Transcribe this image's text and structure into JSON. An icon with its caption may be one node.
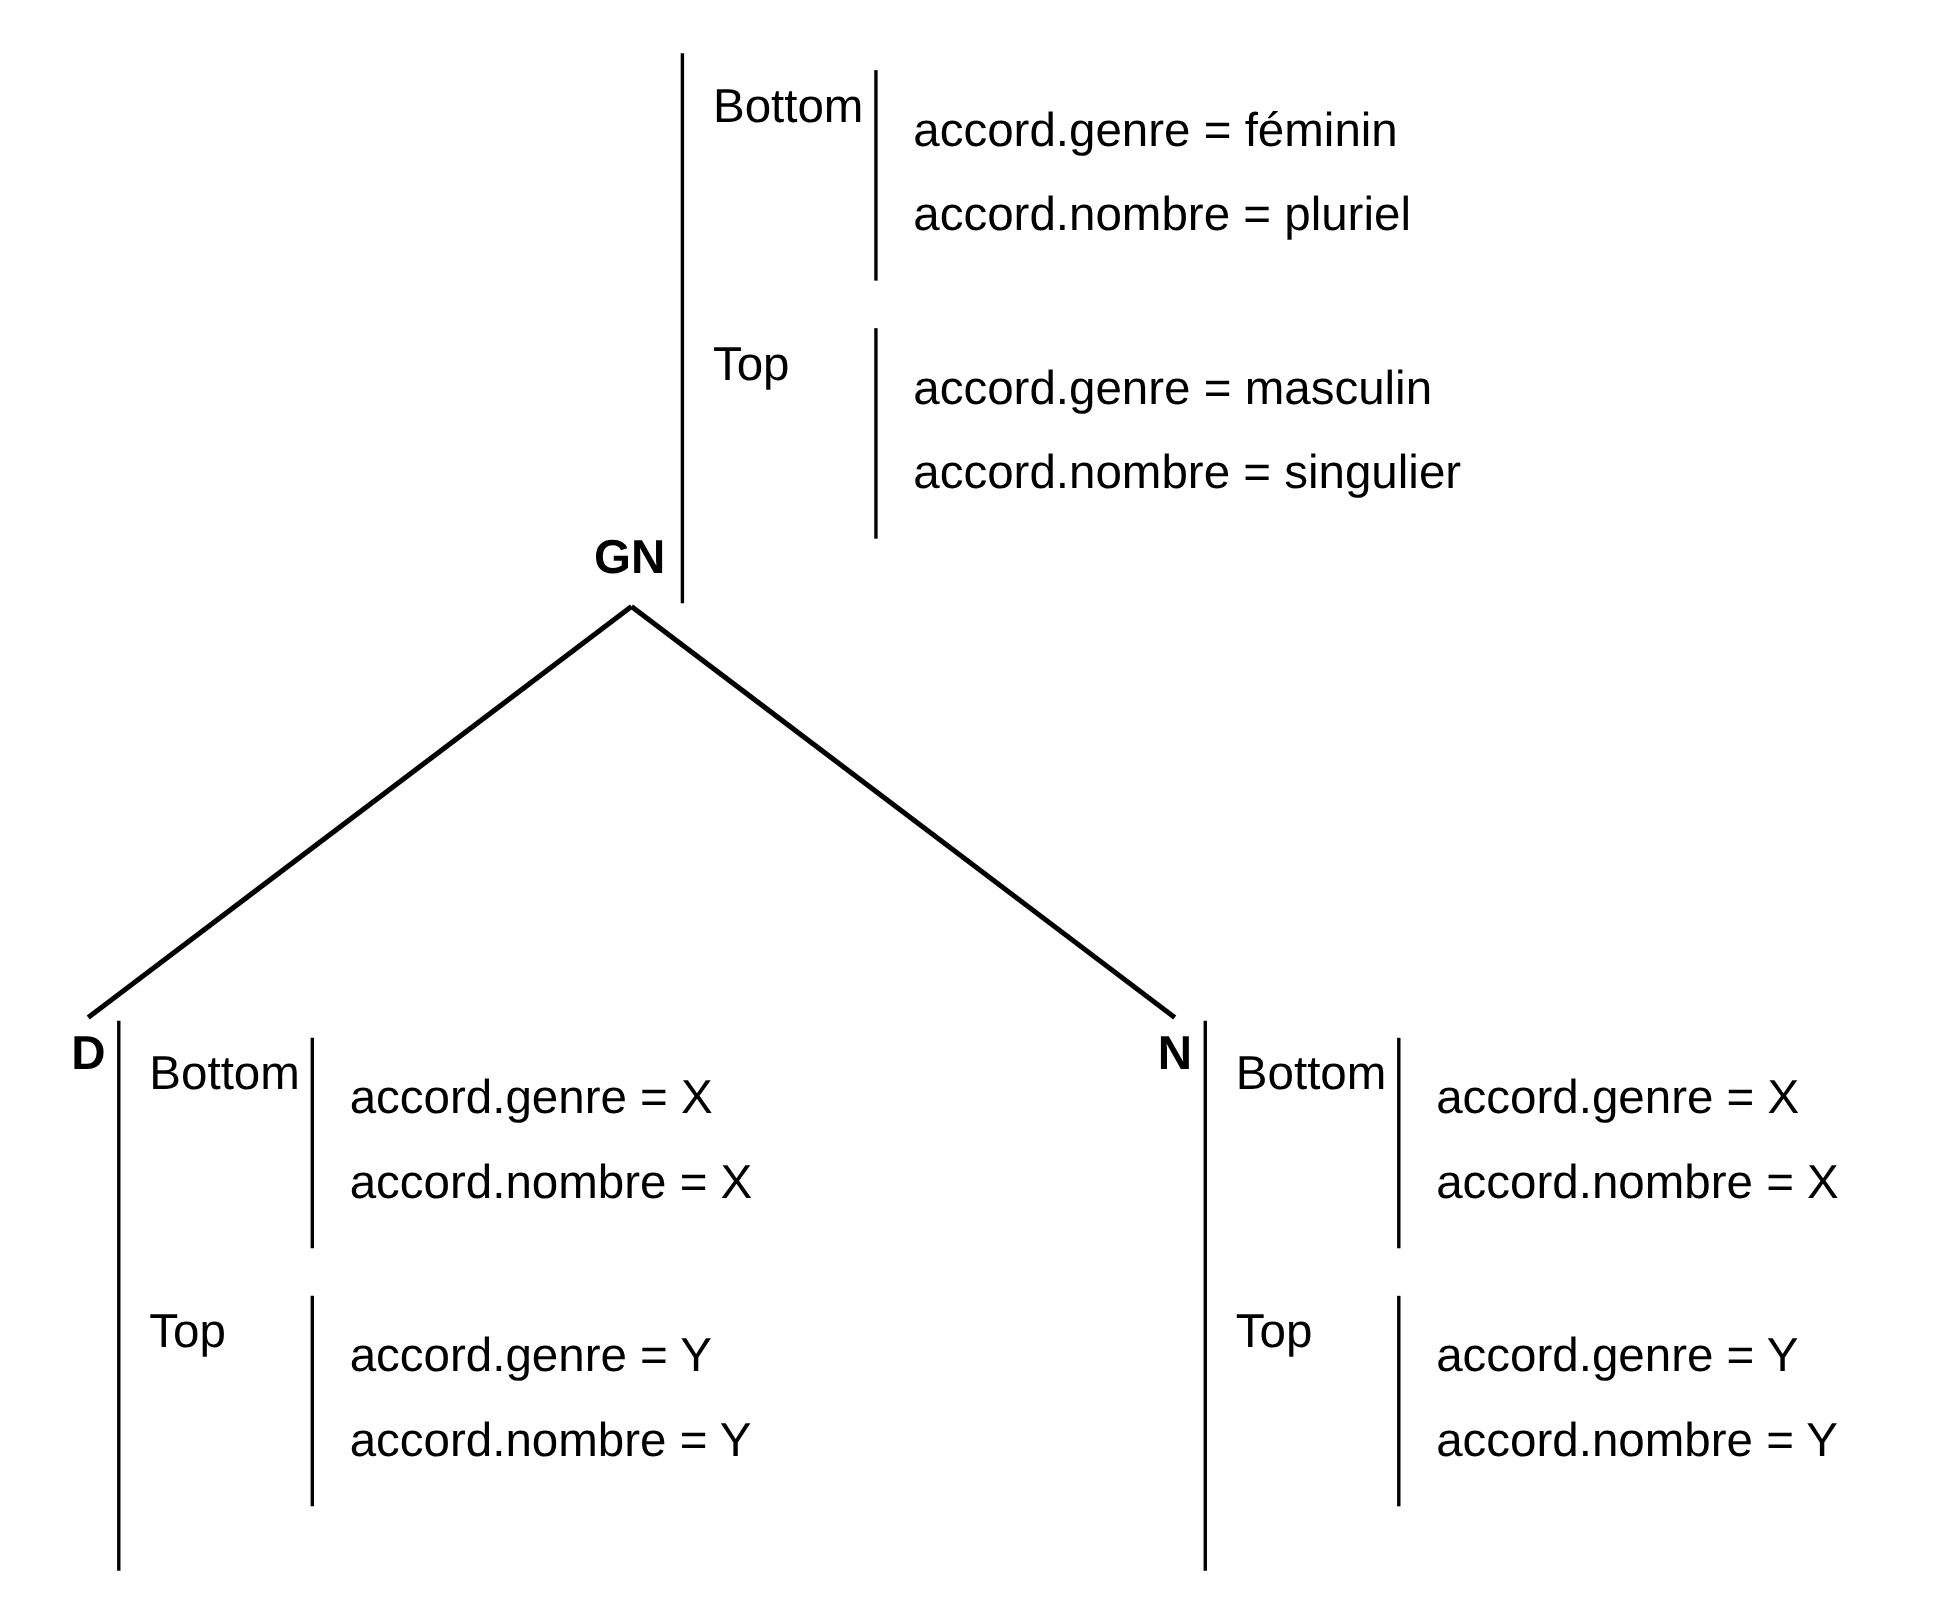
{
  "diagram": {
    "nodes": [
      {
        "text": [
          "GN",
          "Bottom",
          "accord.genre = féminin",
          "accord.nombre = pluriel",
          "Top",
          "accord.genre = masculin",
          "accord.nombre = singulier"
        ]
      },
      {
        "text": [
          "D",
          "Bottom",
          "accord.genre = X",
          "accord.nombre = X",
          "Top",
          "accord.genre = Y",
          "accord.nombre = Y"
        ]
      },
      {
        "text": [
          "N",
          "Bottom",
          "accord.genre = X",
          "accord.nombre = X",
          "Top",
          "accord.genre = Y",
          "accord.nombre = Y"
        ]
      }
    ],
    "edges": [
      {
        "from": 0,
        "to": 1,
        "arrow": "none"
      },
      {
        "from": 0,
        "to": 2,
        "arrow": "none"
      }
    ]
  }
}
